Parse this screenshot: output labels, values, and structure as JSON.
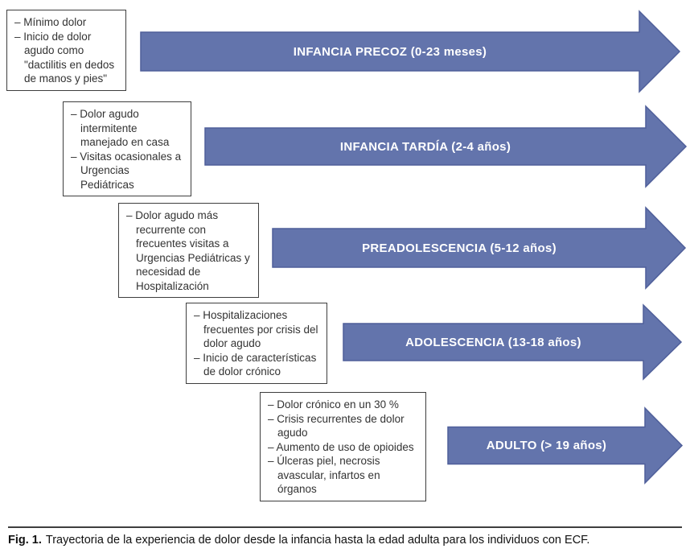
{
  "figure": {
    "caption_prefix": "Fig. 1.",
    "caption_text": "Trayectoria de la experiencia de dolor desde la infancia hasta la edad adulta para los individuos con ECF."
  },
  "colors": {
    "arrow_fill": "#6374AC",
    "arrow_stroke": "#4F5F9A",
    "box_border": "#3e3e3e",
    "note_text": "#333333",
    "label_text": "#ffffff"
  },
  "stages": [
    {
      "label": "INFANCIA PRECOZ (0-23 meses)",
      "notes": [
        "– Mínimo dolor",
        "– Inicio de dolor agudo como \"dactilitis en dedos de manos y pies\""
      ]
    },
    {
      "label": "INFANCIA TARDÍA (2-4 años)",
      "notes": [
        "– Dolor agudo intermitente manejado en casa",
        "– Visitas ocasionales a Urgencias Pediátricas"
      ]
    },
    {
      "label": "PREADOLESCENCIA (5-12 años)",
      "notes": [
        "– Dolor agudo más recurrente con frecuentes visitas a Urgencias Pediátricas y necesidad de Hospitalización"
      ]
    },
    {
      "label": "ADOLESCENCIA (13-18 años)",
      "notes": [
        "– Hospitalizaciones frecuentes por crisis del dolor agudo",
        "– Inicio de características de dolor crónico"
      ]
    },
    {
      "label": "ADULTO (> 19 años)",
      "notes": [
        "– Dolor crónico en un 30 %",
        "– Crisis recurrentes de dolor agudo",
        "– Aumento de uso de opioides",
        "– Úlceras piel, necrosis avascular, infartos en órganos"
      ]
    }
  ]
}
